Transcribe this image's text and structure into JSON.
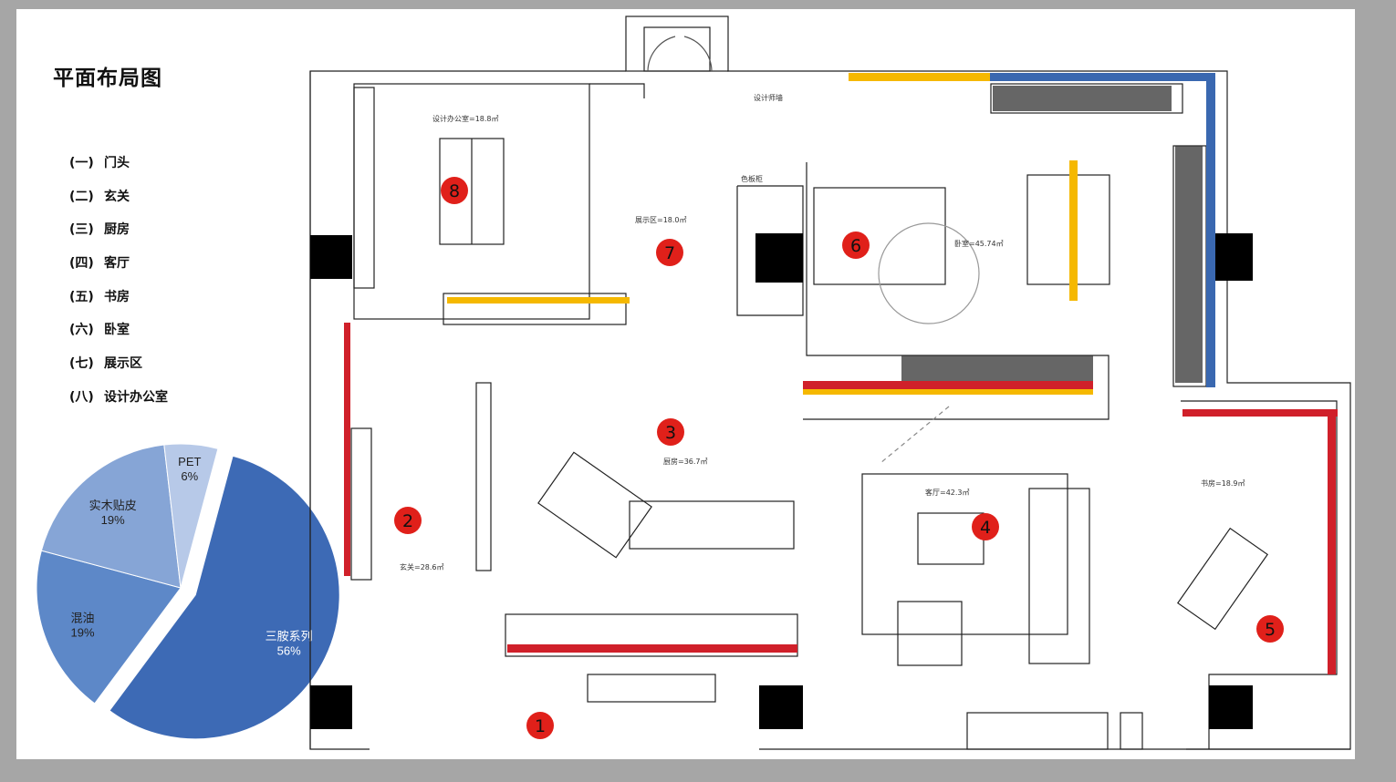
{
  "title": "平面布局图",
  "legend": [
    {
      "num": "(一)",
      "label": "门头"
    },
    {
      "num": "(二)",
      "label": "玄关"
    },
    {
      "num": "(三)",
      "label": "厨房"
    },
    {
      "num": "(四)",
      "label": "客厅"
    },
    {
      "num": "(五)",
      "label": "书房"
    },
    {
      "num": "(六)",
      "label": "卧室"
    },
    {
      "num": "(七)",
      "label": "展示区"
    },
    {
      "num": "(八)",
      "label": "设计办公室"
    }
  ],
  "chart_data": {
    "type": "pie",
    "title": "",
    "slices": [
      {
        "label": "三胺系列",
        "value": 56,
        "pct": "56%",
        "color": "#3d6ab5"
      },
      {
        "label": "混油",
        "value": 19,
        "pct": "19%",
        "color": "#5d88c8"
      },
      {
        "label": "实木贴皮",
        "value": 19,
        "pct": "19%",
        "color": "#86a5d6"
      },
      {
        "label": "PET",
        "value": 6,
        "pct": "6%",
        "color": "#b7c9e8"
      }
    ],
    "exploded": [
      "三胺系列"
    ],
    "legend": "none (labels on slices)"
  },
  "plan": {
    "rooms": {
      "office": "设计办公室=18.8㎡",
      "showroom": "展示区=18.0㎡",
      "designer_wall": "设计师墙",
      "swatch_cabinet": "色板柜",
      "bedroom": "卧室=45.74㎡",
      "kitchen": "厨房=36.7㎡",
      "entry": "玄关=28.6㎡",
      "living": "客厅=42.3㎡",
      "study": "书房=18.9㎡"
    },
    "markers": [
      "1",
      "2",
      "3",
      "4",
      "5",
      "6",
      "7",
      "8"
    ],
    "accent_colors": {
      "red": "#d0202a",
      "yellow": "#f5b800",
      "blue": "#3a68b0"
    }
  }
}
